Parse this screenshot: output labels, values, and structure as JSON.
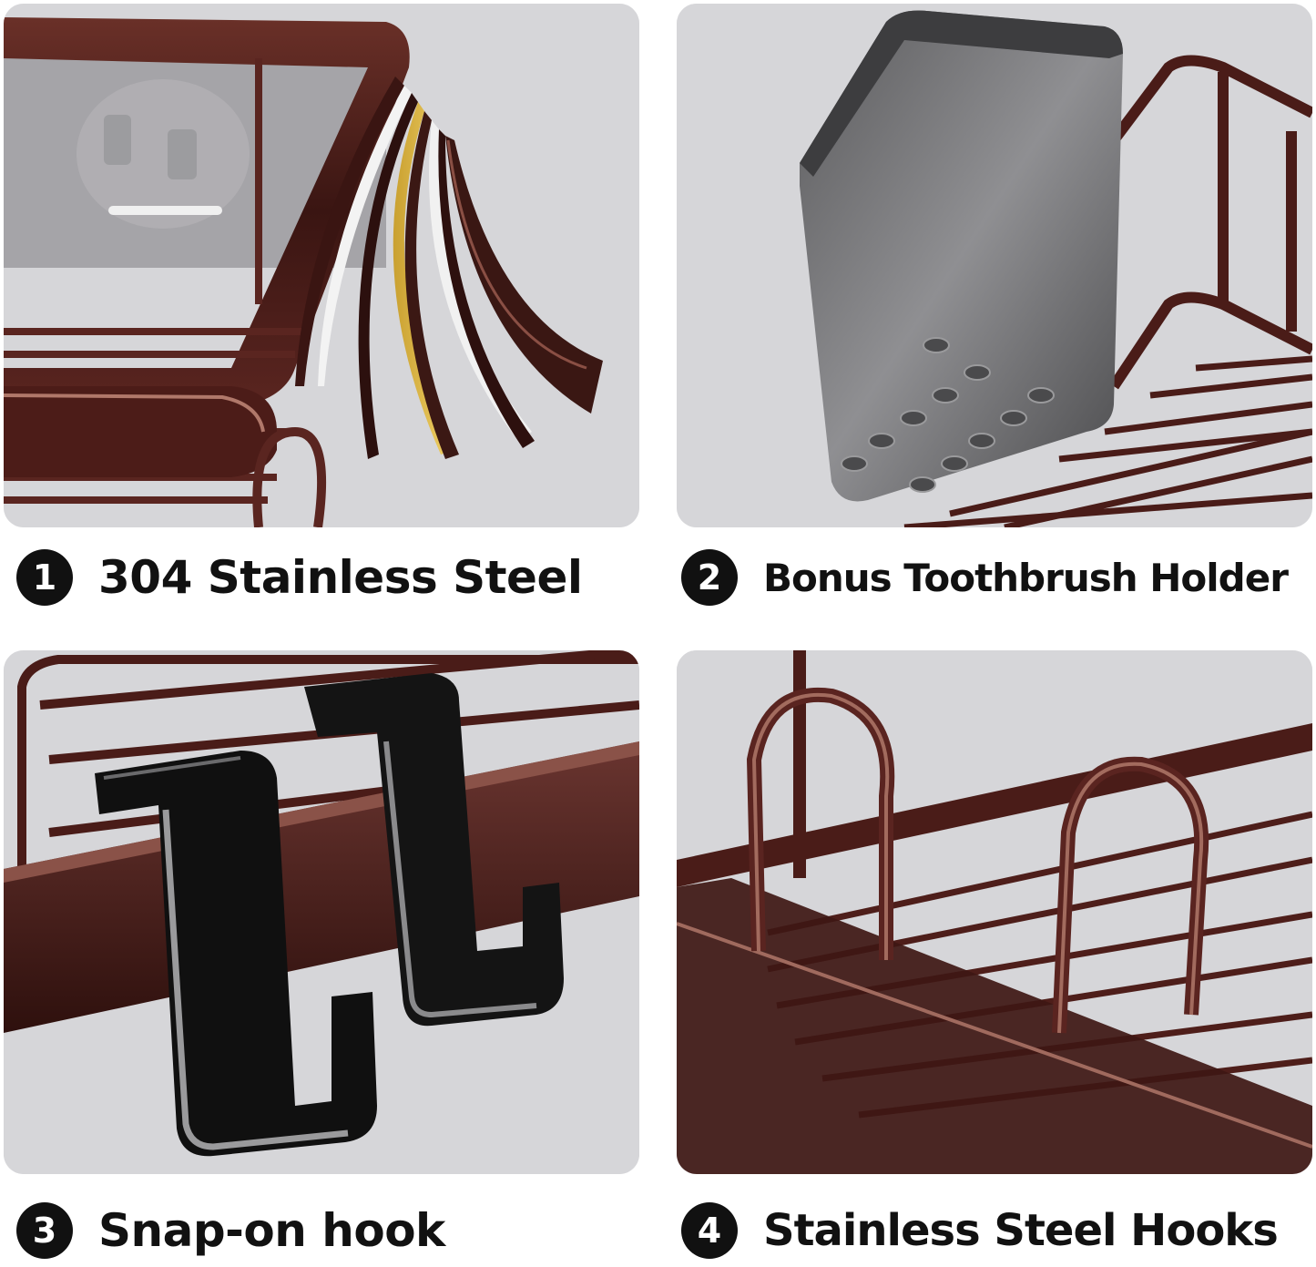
{
  "colors": {
    "panel_background": "#d7d7da",
    "metal_bronze": "#4a1f1a",
    "metal_highlight": "#a0665a",
    "badge_background": "#111111",
    "caption_text": "#111111"
  },
  "features": [
    {
      "number": "1",
      "label": "304 Stainless Steel",
      "photo": "layered-steel-shelf-edge"
    },
    {
      "number": "2",
      "label": "Bonus Toothbrush Holder",
      "photo": "toothbrush-cup-on-rack"
    },
    {
      "number": "3",
      "label": "Snap-on hook",
      "photo": "black-s-hooks-on-rail"
    },
    {
      "number": "4",
      "label": "Stainless Steel Hooks",
      "photo": "wire-arch-hooks-on-basket"
    }
  ]
}
